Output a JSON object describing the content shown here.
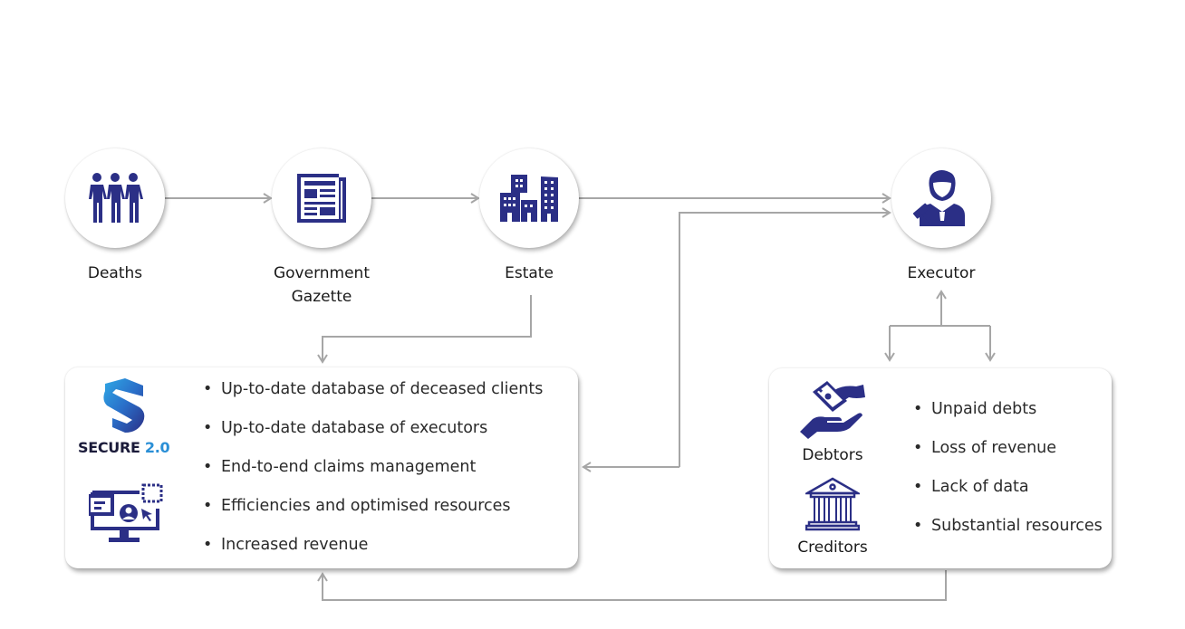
{
  "colors": {
    "icon_navy": "#2b2f86",
    "connector_gray": "#a6a6a6",
    "secure_blue": "#2a8fd6",
    "text": "#1a1a1a"
  },
  "flow": {
    "nodes": [
      {
        "id": "deaths",
        "label": "Deaths",
        "icon": "people-group-icon"
      },
      {
        "id": "gazette",
        "label_line1": "Government",
        "label_line2": "Gazette",
        "icon": "newspaper-icon"
      },
      {
        "id": "estate",
        "label": "Estate",
        "icon": "buildings-icon"
      },
      {
        "id": "executor",
        "label": "Executor",
        "icon": "executor-judge-icon"
      }
    ]
  },
  "secure_panel": {
    "brand": {
      "name": "SECURE",
      "version": "2.0",
      "logo_icon": "shield-s-logo-icon"
    },
    "secondary_icon": "monitor-user-icon",
    "bullets": [
      "Up-to-date database of deceased clients",
      "Up-to-date database of executors",
      "End-to-end claims management",
      "Efficiencies and optimised resources",
      "Increased revenue"
    ]
  },
  "problems_panel": {
    "parties": [
      {
        "label": "Debtors",
        "icon": "money-hands-icon"
      },
      {
        "label": "Creditors",
        "icon": "bank-icon"
      }
    ],
    "bullets": [
      "Unpaid debts",
      "Loss of revenue",
      "Lack of data",
      "Substantial resources"
    ]
  }
}
